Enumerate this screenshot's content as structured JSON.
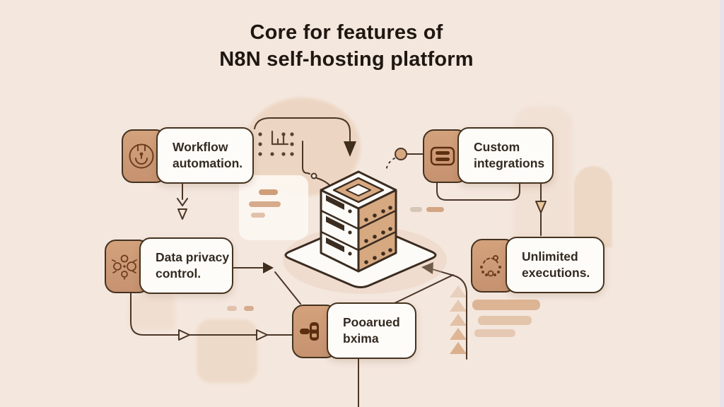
{
  "title": {
    "line1": "Core for features of",
    "line2": "N8N self-hosting platform"
  },
  "features": [
    {
      "name": "workflow-automation",
      "icon": "power-circle-icon",
      "lines": [
        "Workflow",
        "automation."
      ]
    },
    {
      "name": "custom-integrations",
      "icon": "server-card-icon",
      "lines": [
        "Custom",
        "integrations"
      ]
    },
    {
      "name": "data-privacy-control",
      "icon": "node-cluster-icon",
      "lines": [
        "Data privacy",
        "control."
      ]
    },
    {
      "name": "unlimited-executions",
      "icon": "dotted-loop-icon",
      "lines": [
        "Unlimited",
        "executions."
      ]
    },
    {
      "name": "bottom-feature",
      "icon": "merge-blocks-icon",
      "lines": [
        "Pooarued",
        "bxima"
      ]
    }
  ],
  "illustration": {
    "subject": "isometric server stack on platform"
  },
  "colors": {
    "background": "#f4e7de",
    "panel_tan": "#cd9c77",
    "outline": "#43321f",
    "title_text": "#1f1711",
    "body_text": "#332a20",
    "connector": "#4a3627",
    "faded_accent": "#dcb493"
  }
}
